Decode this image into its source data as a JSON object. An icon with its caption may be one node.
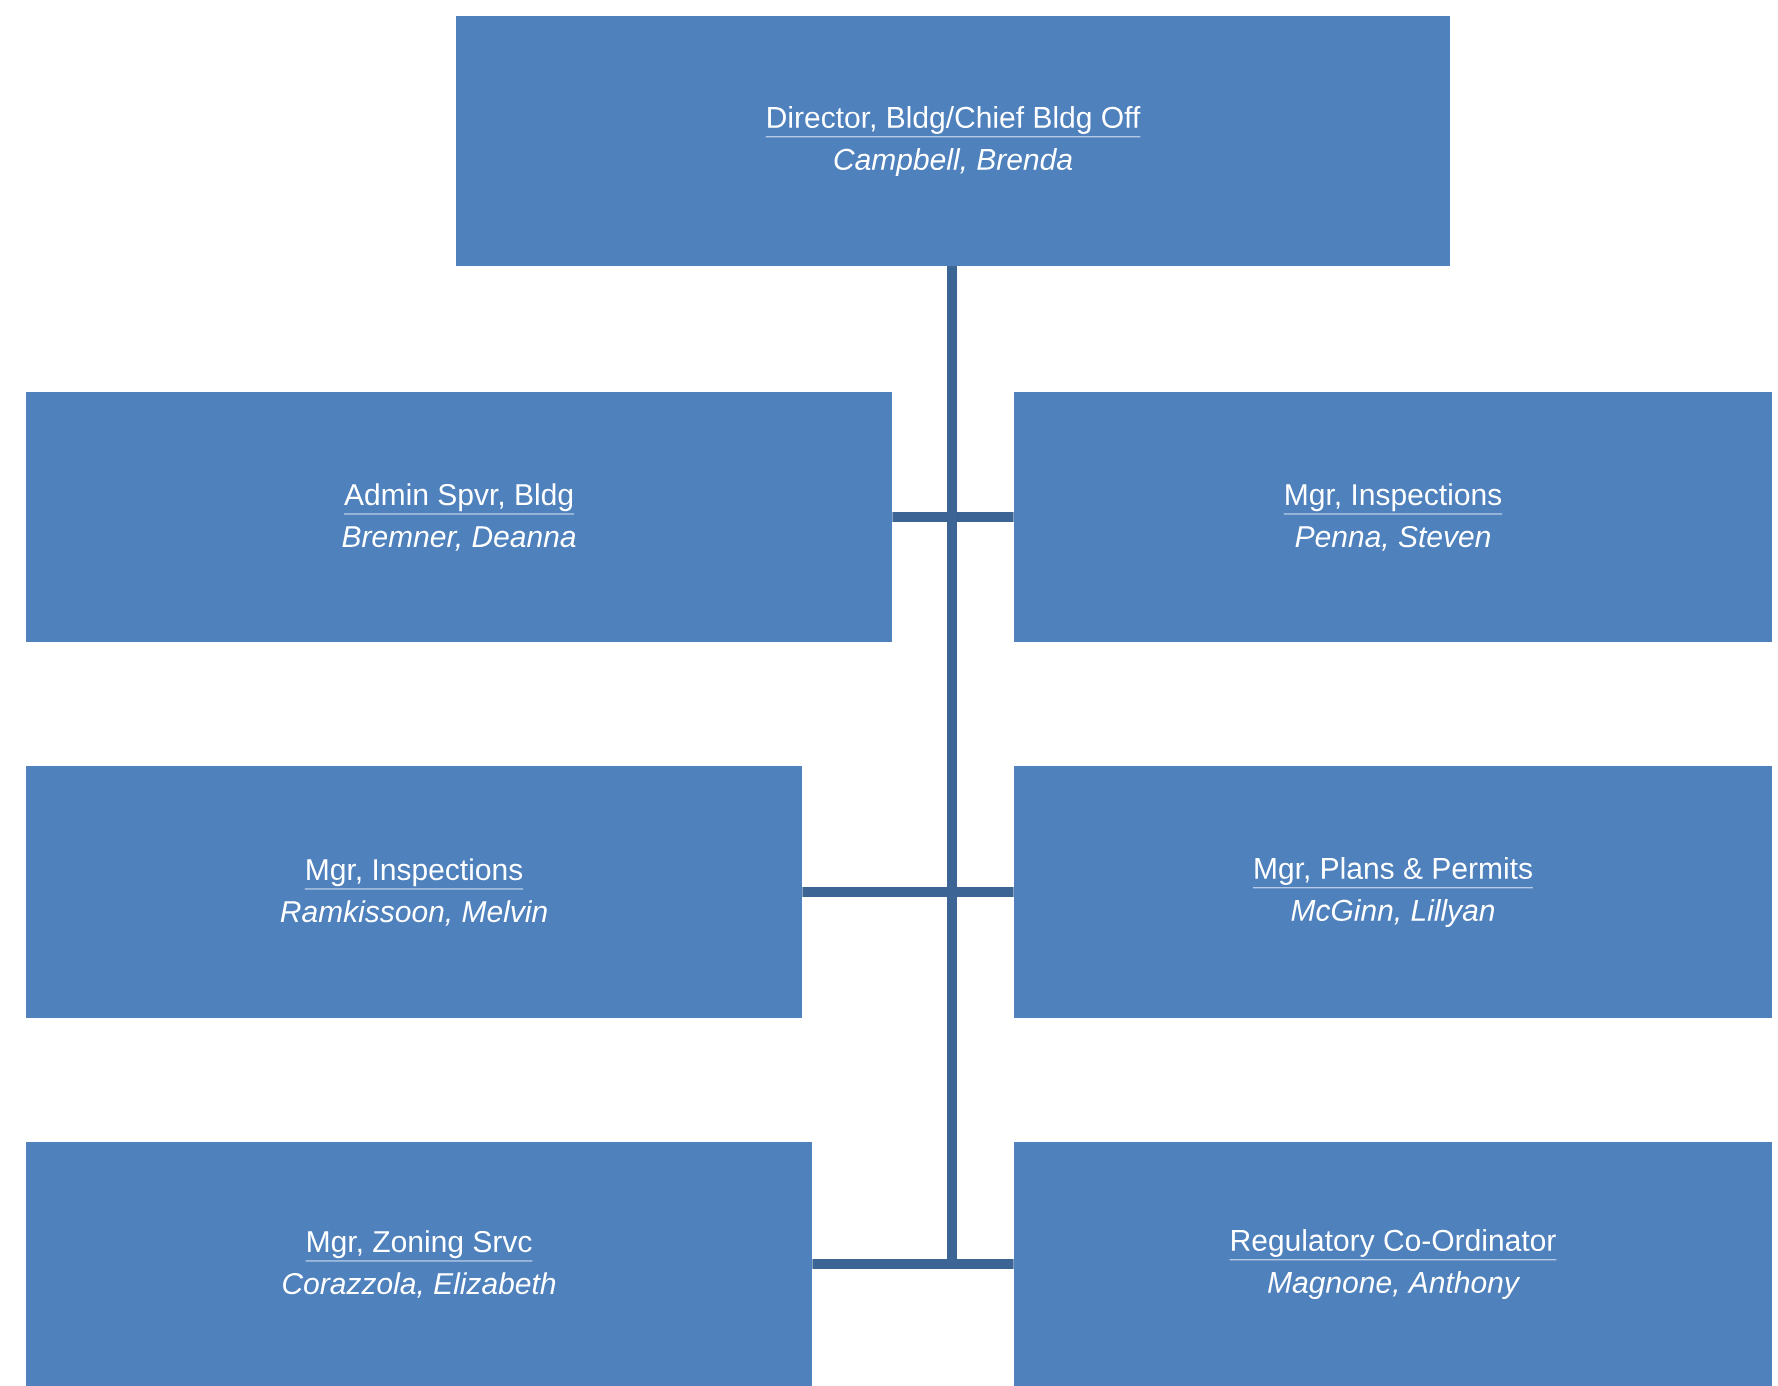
{
  "diagram": {
    "nodes": [
      {
        "text": [
          "Director, Bldg/Chief Bldg Off",
          "Campbell, Brenda"
        ]
      },
      {
        "text": [
          "Admin Spvr, Bldg",
          "Bremner, Deanna"
        ]
      },
      {
        "text": [
          "Mgr, Inspections",
          "Penna, Steven"
        ]
      },
      {
        "text": [
          "Mgr, Inspections",
          "Ramkissoon, Melvin"
        ]
      },
      {
        "text": [
          "Mgr, Plans & Permits",
          "McGinn, Lillyan"
        ]
      },
      {
        "text": [
          "Mgr, Zoning Srvc",
          "Corazzola, Elizabeth"
        ]
      },
      {
        "text": [
          "Regulatory Co-Ordinator",
          "Magnone, Anthony"
        ]
      }
    ],
    "edges": [
      {
        "from": 0,
        "to": 1,
        "arrow": "none"
      },
      {
        "from": 0,
        "to": 2,
        "arrow": "none"
      },
      {
        "from": 0,
        "to": 3,
        "arrow": "none"
      },
      {
        "from": 0,
        "to": 4,
        "arrow": "none"
      },
      {
        "from": 0,
        "to": 5,
        "arrow": "none"
      },
      {
        "from": 0,
        "to": 6,
        "arrow": "none"
      }
    ]
  }
}
